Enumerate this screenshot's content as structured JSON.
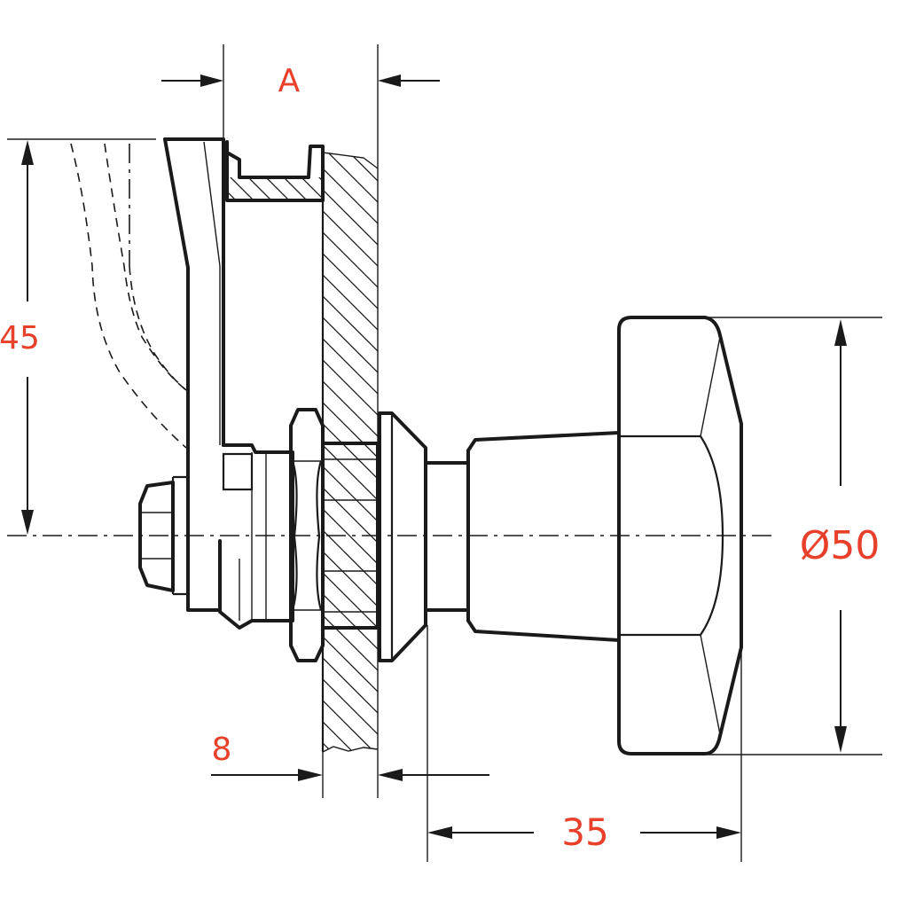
{
  "dimensions": {
    "a_label": "A",
    "height_label": "45",
    "diameter_label": "Ø50",
    "thickness_label": "8",
    "depth_label": "35"
  },
  "colors": {
    "dimension_text": "#e8402a",
    "line": "#1a1a1a",
    "background": "#ffffff"
  }
}
